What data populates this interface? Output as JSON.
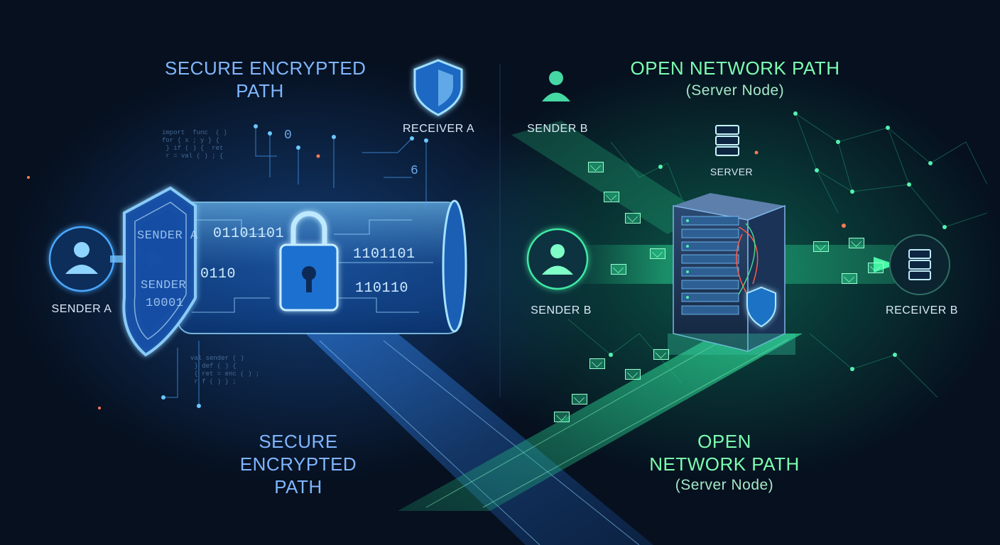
{
  "left": {
    "title_top": [
      "SECURE ENCRYPTED",
      "PATH"
    ],
    "title_bottom": [
      "SECURE",
      "ENCRYPTED",
      "PATH"
    ],
    "sender": "SENDER A",
    "receiver": "RECEIVER A",
    "tunnel_binary": [
      "01101101",
      "0110",
      "1101101",
      "110110"
    ],
    "shield_text": [
      "SENDER A",
      "SENDER",
      "10001"
    ]
  },
  "right": {
    "title_top": "OPEN NETWORK PATH",
    "subtitle_top": "(Server Node)",
    "title_bottom": [
      "OPEN",
      "NETWORK PATH"
    ],
    "subtitle_bottom": "(Server Node)",
    "sender_top": "SENDER B",
    "sender": "SENDER B",
    "server": "SERVER",
    "receiver": "RECEIVER B"
  },
  "colors": {
    "secure": "#3b9bff",
    "open": "#38f29a",
    "background": "#06101f"
  },
  "icons": [
    "user-icon",
    "shield-icon",
    "padlock-icon",
    "server-icon",
    "envelope-icon"
  ]
}
